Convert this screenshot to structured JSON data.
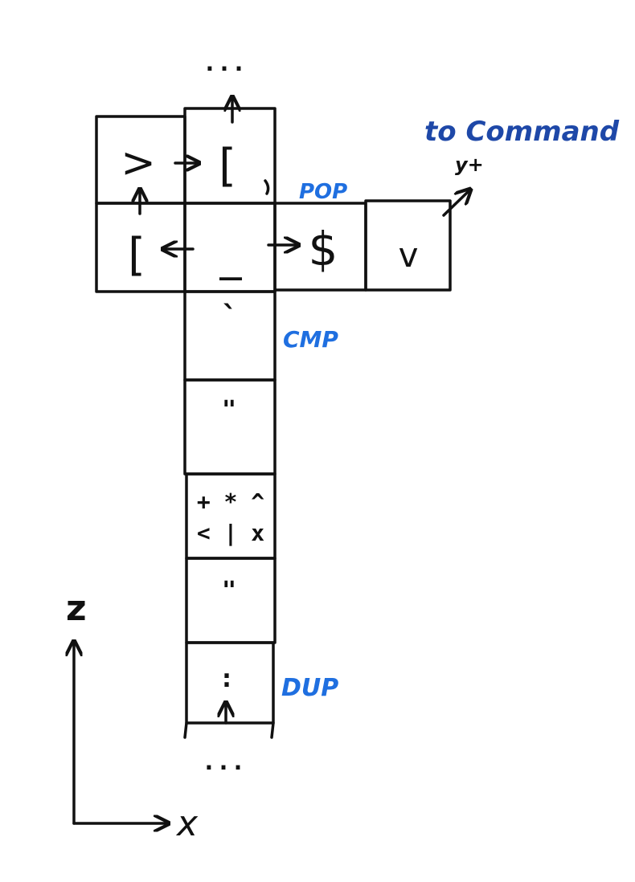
{
  "colors": {
    "ink": "#111111",
    "note_blue": "#1f6fe0",
    "title_blue": "#1e48a8"
  },
  "title": "to Command",
  "y_axis_label": "y+",
  "top_ellipsis": "...",
  "bottom_ellipsis": "...",
  "cells": {
    "top_left": ">",
    "top_center": "[",
    "mid_left": "[",
    "mid_center": "_",
    "mid_right": "$",
    "far_right": "v",
    "col_1": "`",
    "col_2": "\"",
    "col_3_line1": "+ * ^",
    "col_3_line2": "< | x",
    "col_4": "\"",
    "col_5": ":"
  },
  "labels": {
    "pop": "POP",
    "cmp": "CMP",
    "dup": "DUP"
  },
  "axes": {
    "z": "z",
    "x": "x"
  }
}
